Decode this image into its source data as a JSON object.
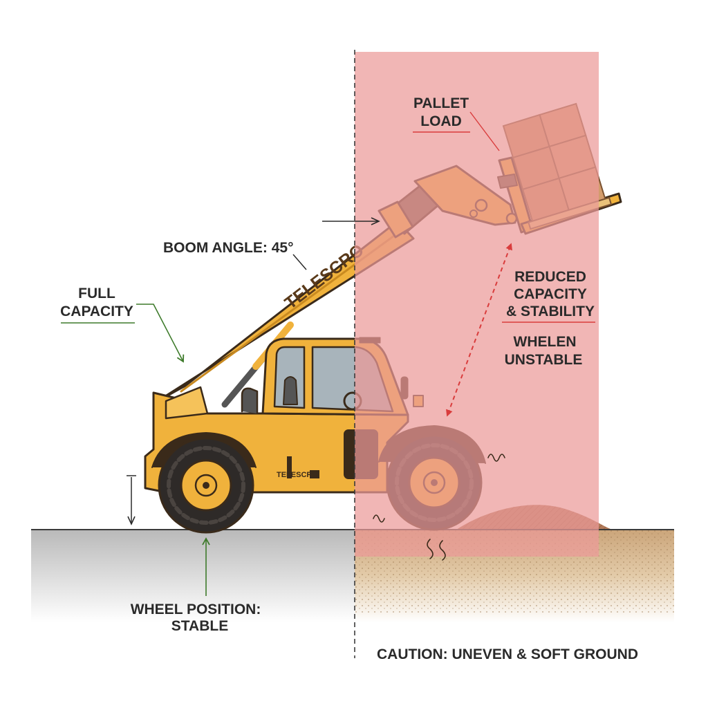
{
  "labels": {
    "pallet_load": [
      "PALLET",
      "LOAD"
    ],
    "boom_angle": "BOOM ANGLE: 45°",
    "full_capacity": [
      "FULL",
      "CAPACITY"
    ],
    "reduced_capacity": [
      "REDUCED",
      "CAPACITY",
      "& STABILITY"
    ],
    "unstable": [
      "WHELEN",
      "UNSTABLE"
    ],
    "wheel_position": [
      "WHEEL POSITION:",
      "STABLE"
    ],
    "caution": "CAUTION: UNEVEN & SOFT GROUND"
  },
  "machine": {
    "boom_brand": "TELESCRO",
    "body_brand": "TELESCRO"
  },
  "colors": {
    "machine_yellow": "#f0b23c",
    "machine_outline": "#3a2a1a",
    "danger_zone": "#ec9a98",
    "danger_accent": "#d93c3c",
    "safe_accent": "#3d7a2a",
    "pallet": "#c98f5f",
    "soft_ground": "#c9a47c"
  },
  "icon_names": [
    "arrow-down-icon",
    "arrow-up-icon",
    "double-arrow-icon",
    "squiggle-icon"
  ]
}
